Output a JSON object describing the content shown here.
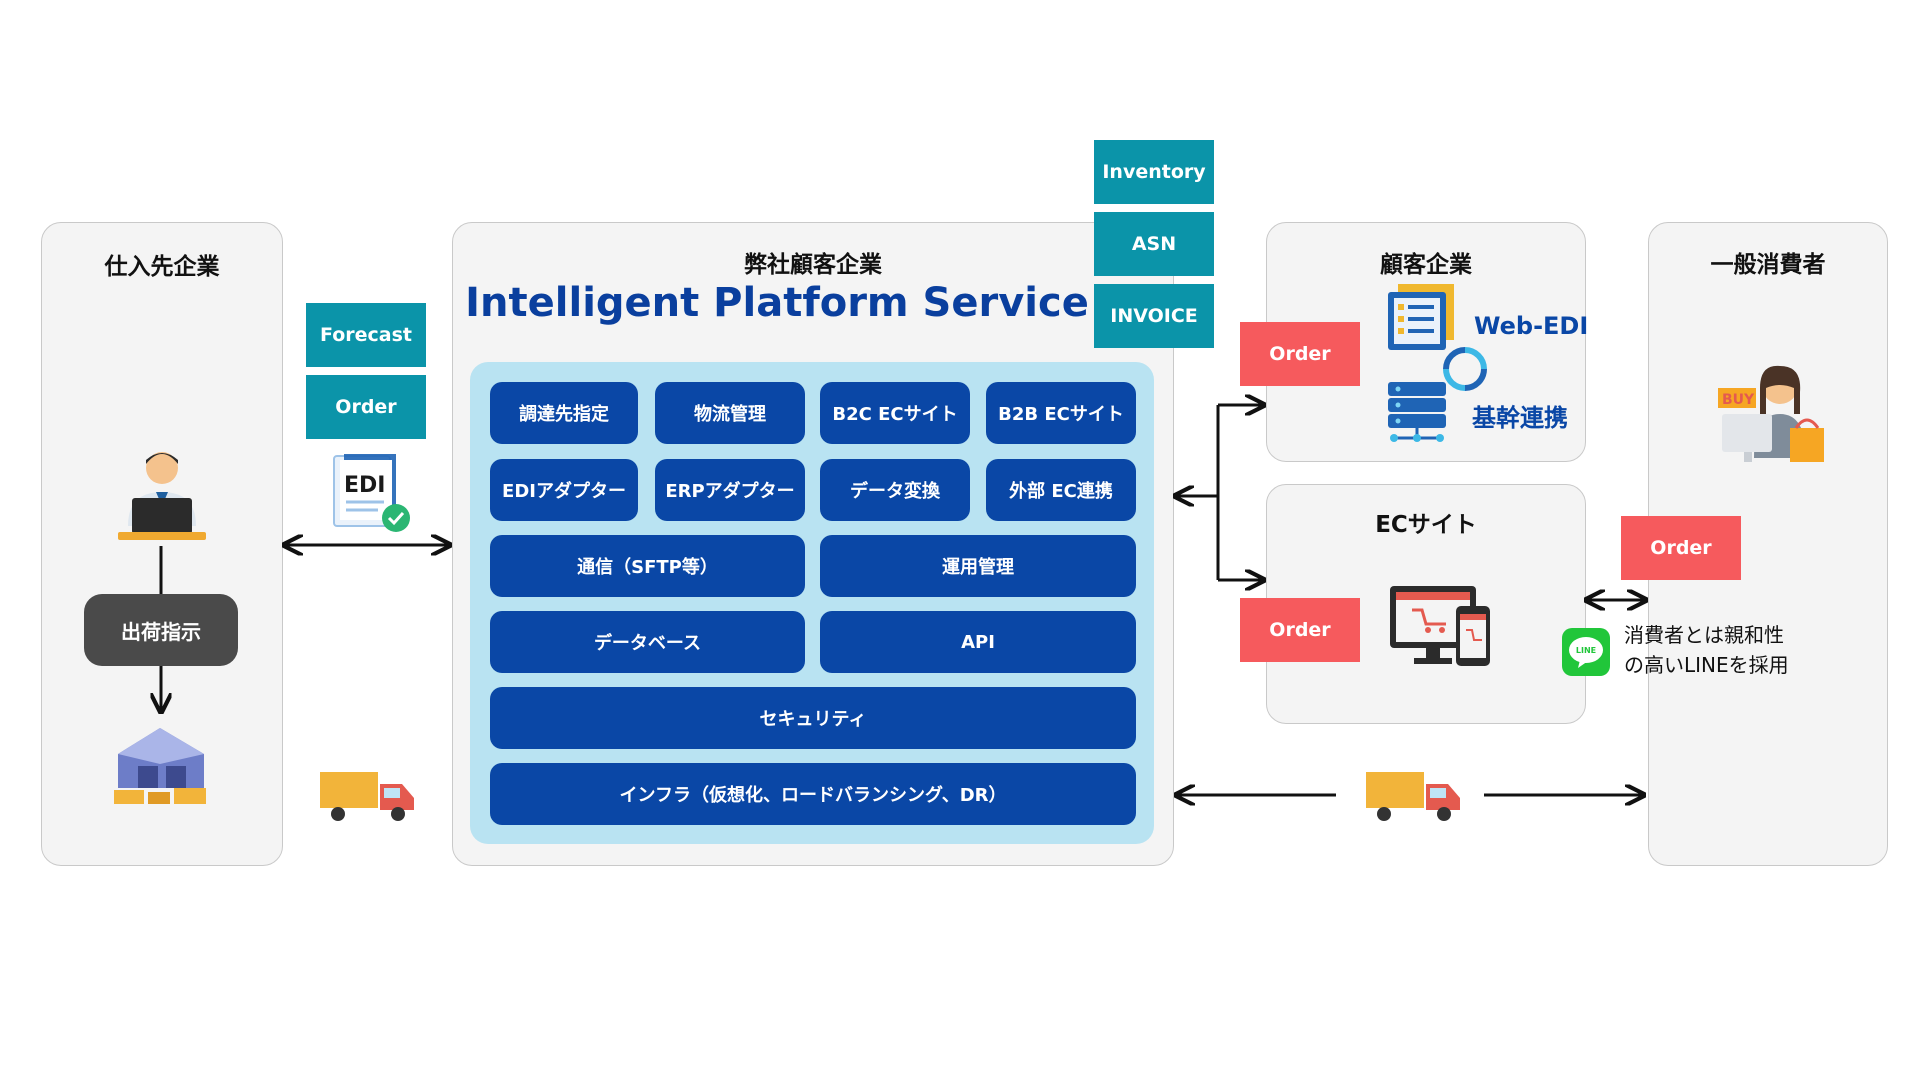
{
  "panels": {
    "supplier": "仕入先企業",
    "company": "弊社顧客企業",
    "customer": "顧客企業",
    "ec_site": "ECサイト",
    "consumer": "一般消費者"
  },
  "platform_title": "Intelligent Platform  Service",
  "tags": {
    "forecast": "Forecast",
    "order_supplier": "Order",
    "inventory": "Inventory",
    "asn": "ASN",
    "invoice": "INVOICE",
    "order_customer": "Order",
    "order_ec": "Order",
    "order_consumer": "Order"
  },
  "edi_label": "EDI",
  "shipping_instruction": "出荷指示",
  "modules": {
    "r1c1": "調達先指定",
    "r1c2": "物流管理",
    "r1c3": "B2C ECサイト",
    "r1c4": "B2B ECサイト",
    "r2c1": "EDIアダプター",
    "r2c2": "ERPアダプター",
    "r2c3": "データ変換",
    "r2c4": "外部 EC連携",
    "r3c1": "通信（SFTP等）",
    "r3c2": "運用管理",
    "r4c1": "データベース",
    "r4c2": "API",
    "r5": "セキュリティ",
    "r6": "インフラ（仮想化、ロードバランシング、DR）"
  },
  "customer_features": {
    "web_edi": "Web-EDI",
    "core_link": "基幹連携"
  },
  "line": {
    "badge": "LINE",
    "text1": "消費者とは親和性",
    "text2": "の高いLINEを採用"
  },
  "buy_label": "BUY",
  "colors": {
    "teal": "#0b94a9",
    "red": "#f65a5d",
    "module_blue": "#0a47a6",
    "inner_bg": "#b9e3f2",
    "title_blue": "#0a3f9e",
    "line_green": "#21c63a"
  }
}
